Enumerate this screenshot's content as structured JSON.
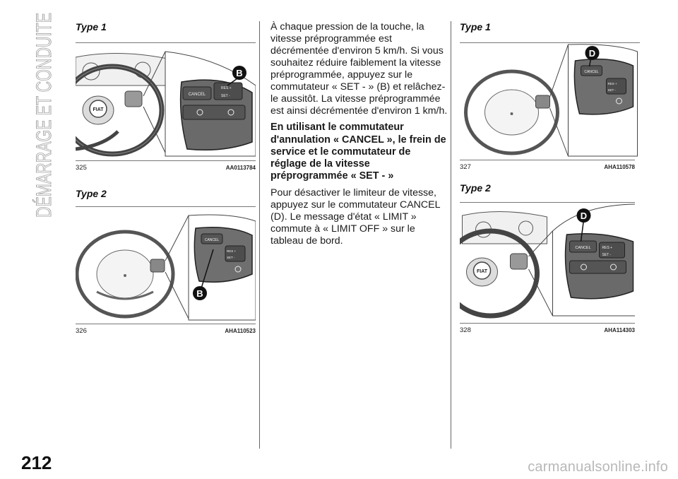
{
  "section_title": "DÉMARRAGE ET CONDUITE",
  "page_number": "212",
  "watermark": "carmanualsonline.info",
  "left_column": {
    "fig1": {
      "type_label": "Type 1",
      "number": "325",
      "code": "AA0113784",
      "callout": "B",
      "button_cancel": "CANCEL",
      "button_res": "RES +",
      "button_set": "SET -",
      "logo": "FIAT"
    },
    "fig2": {
      "type_label": "Type 2",
      "number": "326",
      "code": "AHA110523",
      "callout": "B",
      "button_cancel": "CANCEL",
      "button_res": "RES +",
      "button_set": "SET -"
    }
  },
  "middle_column": {
    "paragraph1": "À chaque pression de la touche, la vitesse préprogrammée est décrémentée d'environ 5 km/h. Si vous souhaitez réduire faiblement la vitesse préprogrammée, appuyez sur le commutateur « SET - » (B) et relâchez-le aussitôt. La vitesse préprogrammée est ainsi décrémentée d'environ 1 km/h.",
    "heading": "En utilisant le commutateur d'annulation « CANCEL », le frein de service et le commutateur de réglage de la vitesse préprogrammée « SET - »",
    "paragraph2": "Pour désactiver le limiteur de vitesse, appuyez sur le commutateur CANCEL (D). Le message d'état « LIMIT » commute à « LIMIT OFF » sur le tableau de bord."
  },
  "right_column": {
    "fig3": {
      "type_label": "Type 1",
      "number": "327",
      "code": "AHA110578",
      "callout": "D",
      "button_cancel": "CANCEL",
      "button_res": "RES +",
      "button_set": "SET -"
    },
    "fig4": {
      "type_label": "Type 2",
      "number": "328",
      "code": "AHA114303",
      "callout": "D",
      "button_cancel": "CANCEL",
      "button_res": "RES +",
      "button_set": "SET -",
      "logo": "FIAT"
    }
  }
}
